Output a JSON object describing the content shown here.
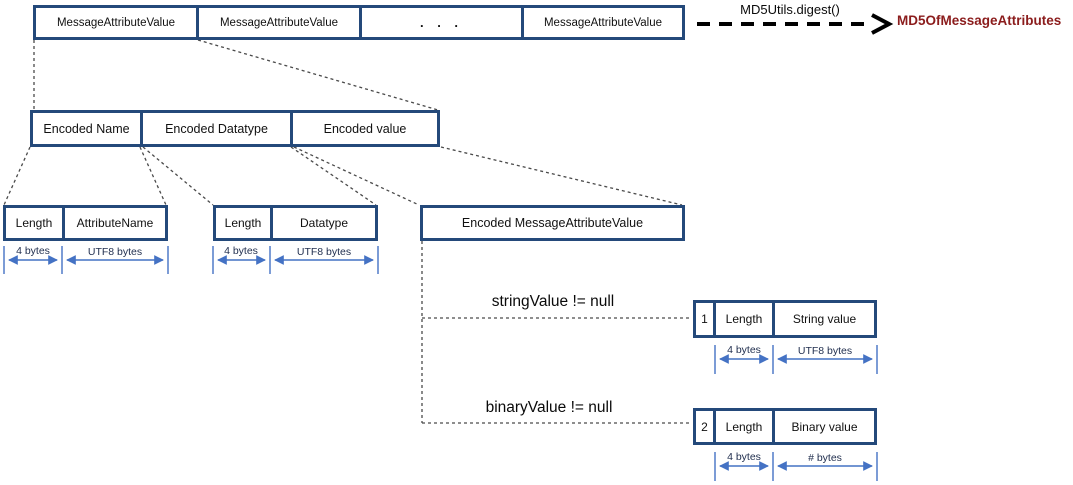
{
  "palette": {
    "box_border": "#24497a",
    "measure_blue": "#4472c4",
    "connector_gray": "#4a4a4a",
    "digest_arrow_black": "#000000",
    "result_text_red": "#8b1c1c",
    "background": "#ffffff"
  },
  "icons": {
    "digest_arrow": "dashed-right-arrow",
    "measure_arrow": "double-headed-arrow",
    "connector": "dotted-line"
  },
  "top_row": {
    "boxes": [
      "MessageAttributeValue",
      "MessageAttributeValue",
      ". . .",
      "MessageAttributeValue"
    ],
    "digest_label": "MD5Utils.digest()",
    "result_label": "MD5OfMessageAttributes"
  },
  "encoded_row": {
    "boxes": [
      "Encoded Name",
      "Encoded Datatype",
      "Encoded value"
    ]
  },
  "name_group": {
    "boxes": [
      "Length",
      "AttributeName"
    ],
    "measures": [
      "4 bytes",
      "UTF8 bytes"
    ]
  },
  "datatype_group": {
    "boxes": [
      "Length",
      "Datatype"
    ],
    "measures": [
      "4 bytes",
      "UTF8 bytes"
    ]
  },
  "encoded_value_box": "Encoded MessageAttributeValue",
  "string_branch": {
    "condition": "stringValue != null",
    "boxes": [
      "1",
      "Length",
      "String value"
    ],
    "measures": [
      "4 bytes",
      "UTF8 bytes"
    ]
  },
  "binary_branch": {
    "condition": "binaryValue != null",
    "boxes": [
      "2",
      "Length",
      "Binary value"
    ],
    "measures": [
      "4 bytes",
      "# bytes"
    ]
  }
}
